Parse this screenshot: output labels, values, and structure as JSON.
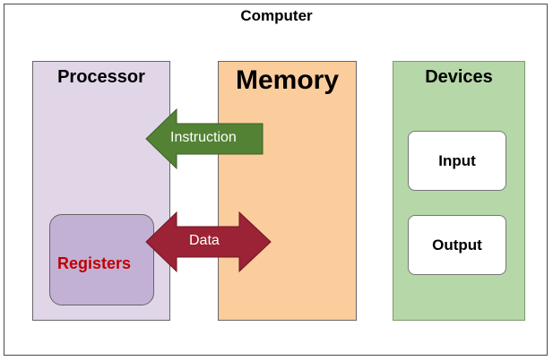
{
  "diagram": {
    "title": "Computer",
    "processor": {
      "label": "Processor",
      "registers": "Registers"
    },
    "memory": {
      "label": "Memory"
    },
    "devices": {
      "label": "Devices",
      "input": "Input",
      "output": "Output"
    },
    "arrows": {
      "instruction": {
        "label": "Instruction",
        "color": "#548235"
      },
      "data": {
        "label": "Data",
        "color": "#9b2335"
      }
    },
    "colors": {
      "processor": "#e0d6e8",
      "registers": "#c2b1d5",
      "memory": "#fbcc9c",
      "devices": "#b6d7a8",
      "registers_text": "#c00000"
    }
  }
}
